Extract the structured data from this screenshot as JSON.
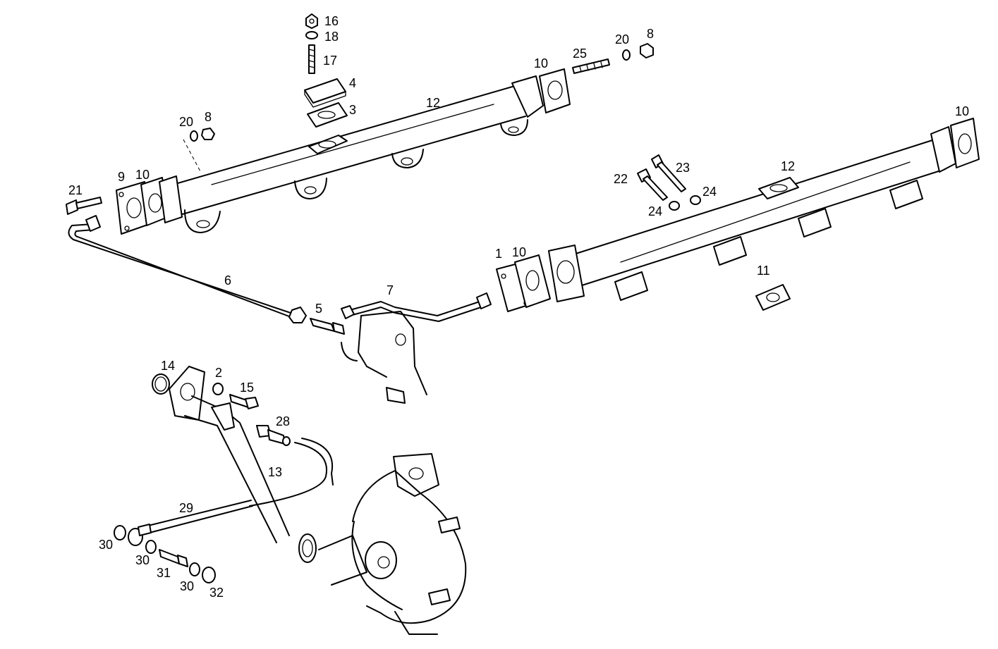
{
  "callouts": {
    "c16": "16",
    "c18": "18",
    "c17": "17",
    "c4": "4",
    "c3": "3",
    "c12a": "12",
    "c10a": "10",
    "c25": "25",
    "c20a": "20",
    "c8a": "8",
    "c20b": "20",
    "c8b": "8",
    "c9": "9",
    "c10b": "10",
    "c21": "21",
    "c10c": "10",
    "c12b": "12",
    "c22": "22",
    "c23": "23",
    "c24a": "24",
    "c24b": "24",
    "c6": "6",
    "c5": "5",
    "c7": "7",
    "c1": "1",
    "c10d": "10",
    "c11": "11",
    "c14": "14",
    "c2": "2",
    "c15": "15",
    "c28": "28",
    "c13": "13",
    "c29": "29",
    "c30a": "30",
    "c30b": "30",
    "c31": "31",
    "c30c": "30",
    "c32": "32"
  }
}
